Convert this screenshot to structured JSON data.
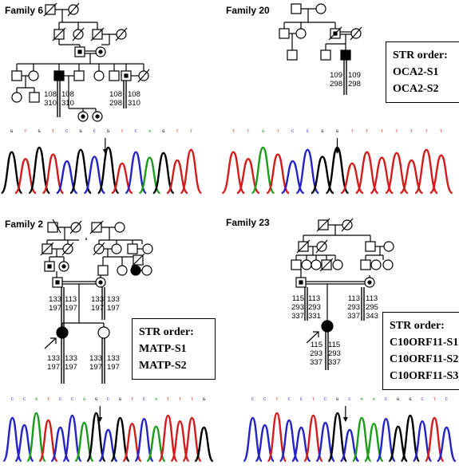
{
  "families": [
    {
      "key": "f6",
      "title": "Family 6"
    },
    {
      "key": "f20",
      "title": "Family 20"
    },
    {
      "key": "f2",
      "title": "Family 2"
    },
    {
      "key": "f23",
      "title": "Family 23"
    }
  ],
  "str_boxes": {
    "oca2": {
      "heading": "STR order:",
      "markers": [
        "OCA2-S1",
        "OCA2-S2"
      ]
    },
    "matp": {
      "heading": "STR order:",
      "markers": [
        "MATP-S1",
        "MATP-S2"
      ]
    },
    "c10": {
      "heading": "STR order:",
      "markers": [
        "C10ORF11-S1",
        "C10ORF11-S2",
        "C10ORF11-S3"
      ]
    }
  },
  "genotypes": {
    "f6_proband": {
      "left": [
        "108",
        "310"
      ],
      "right": [
        "108",
        "310"
      ]
    },
    "f6_sib": {
      "left": [
        "108",
        "298"
      ],
      "right": [
        "108",
        "310"
      ]
    },
    "f20_proband": {
      "left": [
        "109",
        "298"
      ],
      "right": [
        "109",
        "298"
      ]
    },
    "f2_father": {
      "left": [
        "133",
        "197"
      ],
      "right": [
        "113",
        "197"
      ]
    },
    "f2_mother": {
      "left": [
        "133",
        "197"
      ],
      "right": [
        "133",
        "197"
      ]
    },
    "f2_proband": {
      "left": [
        "133",
        "197"
      ],
      "right": [
        "133",
        "197"
      ]
    },
    "f2_sister": {
      "left": [
        "133",
        "197"
      ],
      "right": [
        "133",
        "197"
      ]
    },
    "f23_father": {
      "left": [
        "115",
        "293",
        "337"
      ],
      "right": [
        "113",
        "293",
        "331"
      ]
    },
    "f23_mother": {
      "left": [
        "113",
        "293",
        "337"
      ],
      "right": [
        "113",
        "295",
        "343"
      ]
    },
    "f23_proband": {
      "left": [
        "115",
        "293",
        "337"
      ],
      "right": [
        "115",
        "293",
        "337"
      ]
    }
  },
  "colors": {
    "A": "#1a9e1a",
    "C": "#2323c8",
    "G": "#000000",
    "T": "#d41c1c",
    "line": "#000000"
  },
  "sequences": {
    "f6": "GTGTCGCGTCAGTT",
    "f20": "TTATCCGGTTTTTTT",
    "f2": "CCATCCAGCGTCATTTG",
    "f23": "CCTCCTCGCAACGGCTC"
  }
}
